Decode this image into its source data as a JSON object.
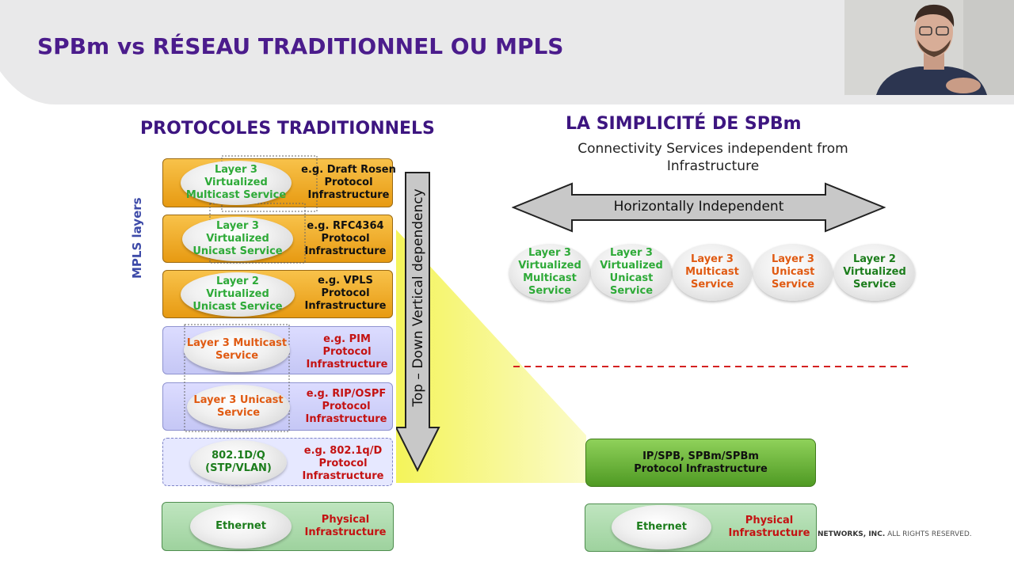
{
  "title": "SPBm vs RÉSEAU TRADITIONNEL OU MPLS",
  "left": {
    "heading": "PROTOCOLES TRADITIONNELS",
    "mpls_label": "MPLS layers",
    "vertical_label": "Top – Down Vertical dependency",
    "rows": [
      {
        "cloud": "Layer 3\nVirtualized\nMulticast Service",
        "protocol": "e.g. Draft Rosen\nProtocol\nInfrastructure"
      },
      {
        "cloud": "Layer 3\nVirtualized\nUnicast Service",
        "protocol": "e.g. RFC4364\nProtocol\nInfrastructure"
      },
      {
        "cloud": "Layer 2\nVirtualized\nUnicast Service",
        "protocol": "e.g. VPLS\nProtocol\nInfrastructure"
      },
      {
        "cloud": "Layer 3 Multicast\nService",
        "protocol": "e.g. PIM\nProtocol\nInfrastructure"
      },
      {
        "cloud": "Layer 3 Unicast\nService",
        "protocol": "e.g. RIP/OSPF\nProtocol\nInfrastructure"
      },
      {
        "cloud": "802.1D/Q\n(STP/VLAN)",
        "protocol": "e.g. 802.1q/D\nProtocol\nInfrastructure"
      },
      {
        "cloud": "Ethernet",
        "protocol": "Physical\nInfrastructure"
      }
    ]
  },
  "right": {
    "heading": "LA SIMPLICITÉ DE SPBm",
    "subtitle": "Connectivity Services independent from\nInfrastructure",
    "arrow_label": "Horizontally Independent",
    "clouds": [
      "Layer 3\nVirtualized\nMulticast\nService",
      "Layer 3\nVirtualized\nUnicast\nService",
      "Layer 3\nMulticast\nService",
      "Layer 3\nUnicast\nService",
      "Layer 2\nVirtualized\nService"
    ],
    "protocol_bar": "IP/SPB, SPBm/SPBm\nProtocol Infrastructure",
    "ethernet": "Ethernet",
    "physical": "Physical\nInfrastructure"
  },
  "footer": {
    "bold": "NETWORKS, INC.",
    "rest": " ALL RIGHTS RESERVED."
  },
  "colors": {
    "title": "#4b1c8c",
    "orange_box": "#e79a12",
    "purple_box": "#c5c7f5",
    "green_box": "#9ed29e",
    "green_bar": "#4f9a23",
    "red_dash": "#d42020",
    "yellow_fade": "#f7f76a"
  }
}
